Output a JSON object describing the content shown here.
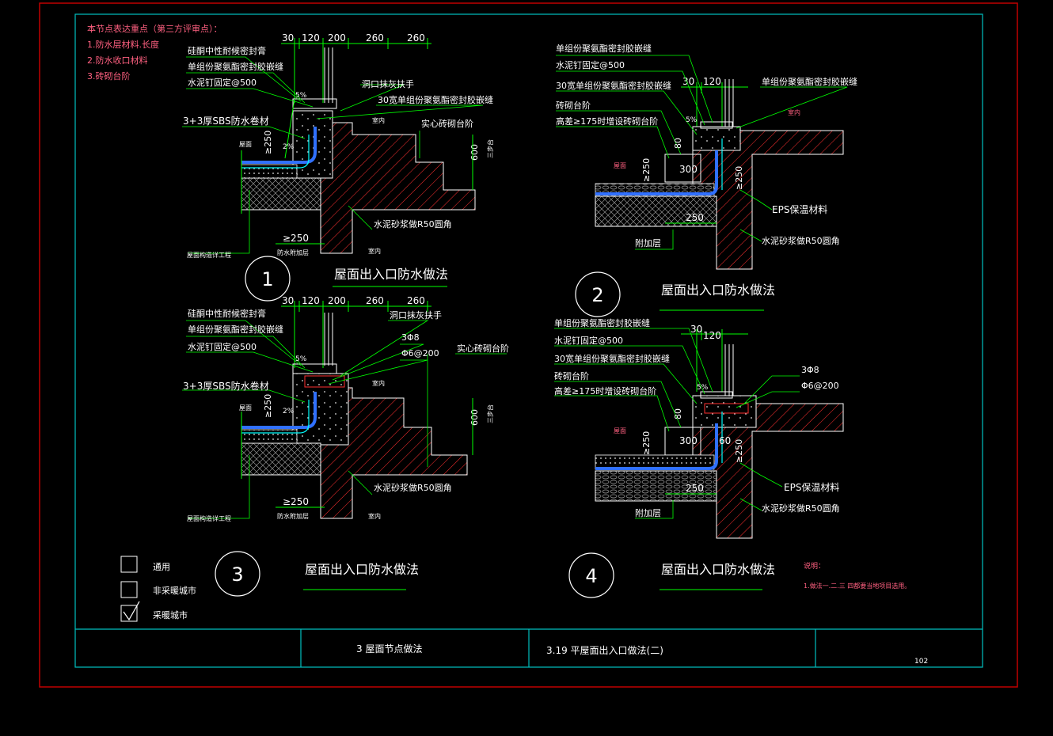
{
  "notes": {
    "heading": "本节点表达重点（第三方评审点）：",
    "items": [
      "1.防水层材料.长度",
      "2.防水收口材料",
      "3.砖砌台阶"
    ]
  },
  "details": [
    {
      "number": "1",
      "title": "屋面出入口防水做法",
      "dims": [
        "30",
        "120",
        "200",
        "260",
        "260"
      ],
      "labels": {
        "sealant_silicone": "硅酮中性耐候密封膏",
        "sealant_pu": "单组份聚氨酯密封胶嵌缝",
        "nail": "水泥钉固定@500",
        "handrail": "洞口抹灰扶手",
        "sealant_30": "30宽单组份聚氨酯密封胶嵌缝",
        "sbs": "3+3厚SBS防水卷材",
        "indoor": "室内",
        "solid_steps": "实心砖砌台阶",
        "roof": "屋面",
        "slope_5": "5%",
        "slope_2": "2%",
        "h250": "≥250",
        "h600": "600",
        "step3": "三步台",
        "fillet": "水泥砂浆做R50圆角",
        "b250": "≥250",
        "extra": "防水附加层",
        "roof_works": "屋面构造详工程",
        "indoor2": "室内"
      }
    },
    {
      "number": "2",
      "title": "屋面出入口防水做法",
      "dims": [
        "30",
        "120"
      ],
      "labels": {
        "sealant_pu": "单组份聚氨酯密封胶嵌缝",
        "nail": "水泥钉固定@500",
        "sealant_30": "30宽单组份聚氨酯密封胶嵌缝",
        "brick_step": "砖砌台阶",
        "height_diff": "高差≥175时增设砖砌台阶",
        "sealant_pu_right": "单组份聚氨酯密封胶嵌缝",
        "indoor": "室内",
        "roof": "屋面",
        "slope_5": "5%",
        "d80": "80",
        "d300": "300",
        "h250": "≥250",
        "h250b": "≥250",
        "d250": "250",
        "eps": "EPS保温材料",
        "fillet": "水泥砂浆做R50圆角",
        "extra": "附加层"
      }
    },
    {
      "number": "3",
      "title": "屋面出入口防水做法",
      "dims": [
        "30",
        "120",
        "200",
        "260",
        "260"
      ],
      "labels": {
        "sealant_silicone": "硅酮中性耐候密封膏",
        "sealant_pu": "单组份聚氨酯密封胶嵌缝",
        "nail": "水泥钉固定@500",
        "handrail": "洞口抹灰扶手",
        "rebar_3": "3Φ8",
        "rebar_6": "Φ6@200",
        "solid_steps": "实心砖砌台阶",
        "sbs": "3+3厚SBS防水卷材",
        "indoor": "室内",
        "roof": "屋面",
        "slope_5": "5%",
        "slope_2": "2%",
        "h250": "≥250",
        "h600": "600",
        "step3": "三步台",
        "fillet": "水泥砂浆做R50圆角",
        "b250": "≥250",
        "extra": "防水附加层",
        "roof_works": "屋面构造详工程",
        "indoor2": "室内"
      }
    },
    {
      "number": "4",
      "title": "屋面出入口防水做法",
      "dims": [
        "30",
        "120"
      ],
      "labels": {
        "sealant_pu": "单组份聚氨酯密封胶嵌缝",
        "nail": "水泥钉固定@500",
        "sealant_30": "30宽单组份聚氨酯密封胶嵌缝",
        "brick_step": "砖砌台阶",
        "height_diff": "高差≥175时增设砖砌台阶",
        "rebar_3": "3Φ8",
        "rebar_6": "Φ6@200",
        "roof": "屋面",
        "slope_5": "5%",
        "d80": "80",
        "d300": "300",
        "d60": "60",
        "h250": "≥250",
        "h250b": "≥250",
        "d250": "250",
        "eps": "EPS保温材料",
        "fillet": "水泥砂浆做R50圆角",
        "extra": "附加层"
      }
    }
  ],
  "legend": {
    "items": [
      {
        "label": "通用",
        "checked": false
      },
      {
        "label": "非采暖城市",
        "checked": false
      },
      {
        "label": "采暖城市",
        "checked": true
      }
    ]
  },
  "explanation": {
    "heading": "说明：",
    "text": "1.做法一.二.三 四都要当地项目选用。"
  },
  "title_block": {
    "chapter": "3  屋面节点做法",
    "drawing_title": "3.19  平屋面出入口做法(二)",
    "page": "102"
  },
  "colors": {
    "background": "#000000",
    "frame_cyan": "#00c0c0",
    "outer_red": "#c00000",
    "text_white": "#ffffff",
    "text_pink": "#ff6080",
    "line_green": "#00ff00",
    "waterproof_blue": "#3070ff",
    "hatch_red": "#ff3030"
  }
}
